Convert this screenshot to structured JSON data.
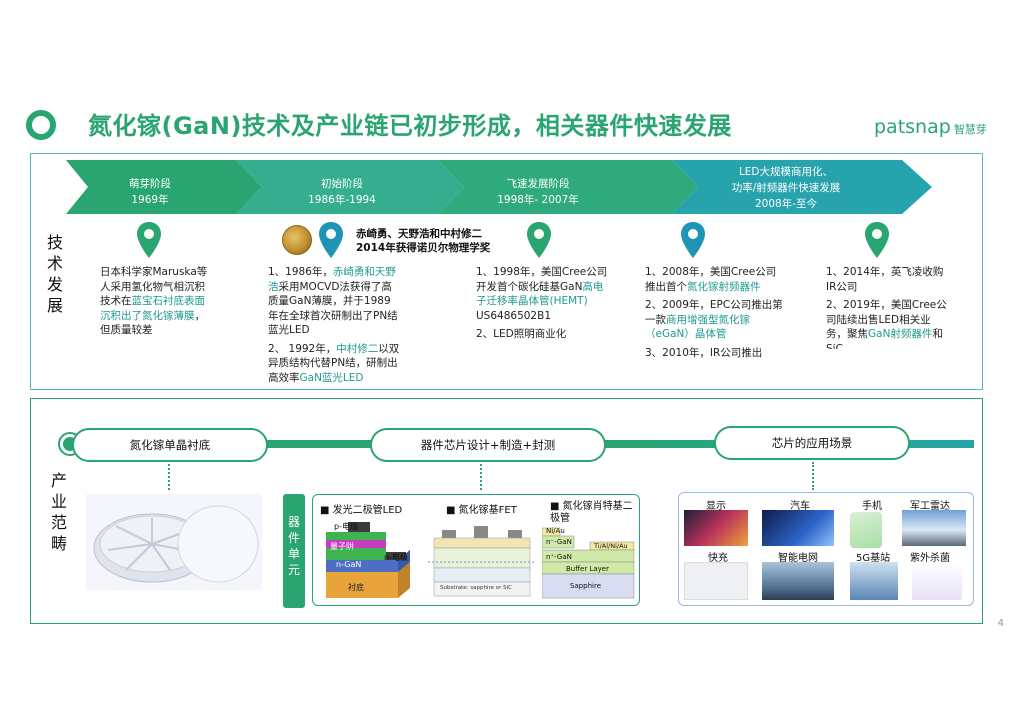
{
  "header": {
    "title": "氮化镓(GaN)技术及产业链已初步形成，相关器件快速发展",
    "brand": "patsnap",
    "brand_cn": "智慧芽"
  },
  "tech": {
    "side_label": "技\n术\n发\n展",
    "stages": [
      {
        "label": "萌芽阶段\n1969年"
      },
      {
        "label": "初始阶段\n1986年-1994"
      },
      {
        "label": "飞速发展阶段\n1998年- 2007年"
      },
      {
        "label": "LED大规模商用化、\n功率/射频器件快速发展\n2008年-至今"
      }
    ],
    "nobel_text": "赤崎勇、天野浩和中村修二\n2014年获得诺贝尔物理学奖",
    "col1": {
      "p1": "日本科学家Maruska等人采用氢化物气相沉积技术在",
      "p1_hl": "蓝宝石衬底表面沉积出了氮化镓薄膜",
      "p1_end": "，但质量较差"
    },
    "col2": {
      "a1": "1、1986年，",
      "a1_hl": "赤崎勇和天野浩",
      "a1_end": "采用MOCVD法获得了高质量GaN薄膜，并于1989年在全球首次研制出了PN结蓝光LED",
      "b1": "2、 1992年，",
      "b1_hl": "中村修二",
      "b1_mid": "以双异质结构代替PN结，研制出高效率",
      "b1_hl2": "GaN蓝光LED"
    },
    "col3": {
      "a1": "1、1998年，美国Cree公司开发首个碳化硅基GaN",
      "a1_hl": "高电子迁移率晶体管(HEMT)",
      "a1_end": " US6486502B1",
      "b1": "2、LED照明商业化"
    },
    "col4": {
      "a1": "1、2008年，美国Cree公司推出首个",
      "a1_hl": "氮化镓射频器件",
      "b1": "2、2009年，EPC公司推出第一款",
      "b1_hl": "商用增强型氮化镓（eGaN）晶体管",
      "c1": "3、2010年，IR公司推出"
    },
    "col5": {
      "a1": "1、2014年，英飞凌收购IR公司",
      "b1": "2、2019年，美国Cree公司陆续出售LED相关业务，聚焦",
      "b1_hl": "GaN射频器件",
      "b1_end": "和SiC"
    }
  },
  "industry": {
    "side_label": "产\n业\n范\n畴",
    "pill1": "氮化镓单晶衬底",
    "pill2": "器件芯片设计+制造+封测",
    "pill3": "芯片的应用场景",
    "device_tag": "器\n件\n单\n元",
    "dev1_title": "发光二极管LED",
    "dev2_title": "氮化镓基FET",
    "dev3_title": "氮化镓肖特基二极管",
    "led_layers": [
      "p-电极",
      "量子阱",
      "n-电极",
      "n-GaN",
      "衬底"
    ],
    "sbd_layers": [
      "Ni/Au",
      "n⁻-GaN",
      "Ti/Al/Ni/Au",
      "n⁺-GaN",
      "Buffer Layer",
      "Sapphire"
    ],
    "fet_bottom": "Substrate: sapphire or SiC",
    "apps": [
      "显示",
      "汽车",
      "手机",
      "军工雷达",
      "快充",
      "智能电网",
      "5G基站",
      "紫外杀菌"
    ]
  },
  "page_number": "4",
  "colors": {
    "green": "#2aa571",
    "teal": "#1f9a8f"
  }
}
